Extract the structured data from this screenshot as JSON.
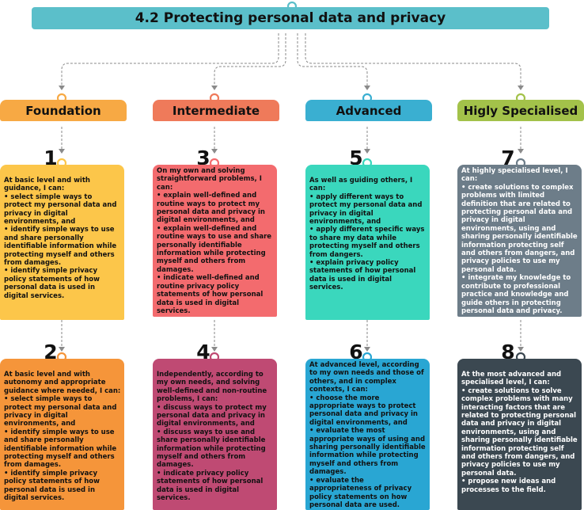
{
  "title": "4.2 Protecting personal data and privacy",
  "levels": [
    {
      "label": "Foundation",
      "color": "#f7a944"
    },
    {
      "label": "Intermediate",
      "color": "#ef7a5a"
    },
    {
      "label": "Advanced",
      "color": "#3aafd1"
    },
    {
      "label": "Higly Specialised",
      "color": "#a3c24a"
    }
  ],
  "cards": [
    {
      "number": "1",
      "color": "#fcc64a",
      "text_color": "#111111",
      "lines": [
        "At basic level and with guidance, I can:",
        "• select simple ways to protect my personal data and privacy in digital environments, and",
        "• identify simple ways to use and share personally identifiable information while protecting myself and others from damages.",
        "• identify simple privacy policy statements of how personal data is used in digital services."
      ]
    },
    {
      "number": "2",
      "color": "#f5953a",
      "text_color": "#111111",
      "lines": [
        "At basic level and with autonomy and appropriate guidance where needed, I can:",
        "• select simple ways to protect my personal data and privacy in digital environments, and",
        "• identify simple ways to use and share personally identifiable information while protecting myself and others from damages.",
        "• identify simple privacy policy statements of how personal data is used in digital services."
      ]
    },
    {
      "number": "3",
      "color": "#f36b6e",
      "text_color": "#111111",
      "lines": [
        "On my own and solving straightforward problems, I can:",
        "• explain well-defined and routine ways to protect my personal data and privacy in digital environments, and",
        "• explain well-defined and routine ways to use and share personally identifiable information while protecting myself and others from damages.",
        "• indicate well-defined and routine privacy policy statements of how personal data is used in digital services."
      ]
    },
    {
      "number": "4",
      "color": "#bf4a73",
      "text_color": "#111111",
      "lines": [
        "Independently, according to my own needs, and solving well-defined and non-routine problems, I can:",
        "• discuss ways to protect my personal data and privacy in digital environments, and",
        "• discuss ways to use and share personally identifiable information while protecting myself and others from damages.",
        "• indicate privacy policy statements of how personal data is used in digital services."
      ]
    },
    {
      "number": "5",
      "color": "#3ad7bd",
      "text_color": "#111111",
      "lines": [
        "As well as guiding others, I can:",
        "• apply different ways to protect my personal data and privacy in digital environments, and",
        "• apply different specific ways to share my data while protecting myself and others from dangers.",
        "• explain privacy policy statements of how personal data is used in digital services."
      ]
    },
    {
      "number": "6",
      "color": "#29a6d3",
      "text_color": "#111111",
      "lines": [
        "At advanced level, according to my own needs and those of others, and in complex contexts, I can:",
        "• choose the more appropriate ways to protect personal data and privacy in digital environments, and",
        "• evaluate the most appropriate ways of using and sharing personally identifiable information while protecting myself and others from damages.",
        "• evaluate the appropriateness of privacy policy statements on how personal data are used."
      ]
    },
    {
      "number": "7",
      "color": "#6d7d89",
      "text_color": "#ffffff",
      "lines": [
        "At highly specialised level, I can:",
        "• create solutions to complex problems with limited definition that are related to protecting personal data and privacy in digital environments, using and sharing personally identifiable information protecting self and others from dangers, and privacy policies to use my personal data.",
        "• integrate my knowledge to contribute to professional practice and knowledge and guide others in protecting personal data and privacy."
      ]
    },
    {
      "number": "8",
      "color": "#3b4851",
      "text_color": "#ffffff",
      "lines": [
        "At the most advanced and specialised level, I can:",
        "• create solutions to solve complex problems with many interacting factors that are related to protecting personal data and privacy in digital environments, using and sharing personally identifiable information protecting self and others from dangers, and privacy policies to use my personal data.",
        "• propose new ideas and processes to the field."
      ]
    }
  ]
}
